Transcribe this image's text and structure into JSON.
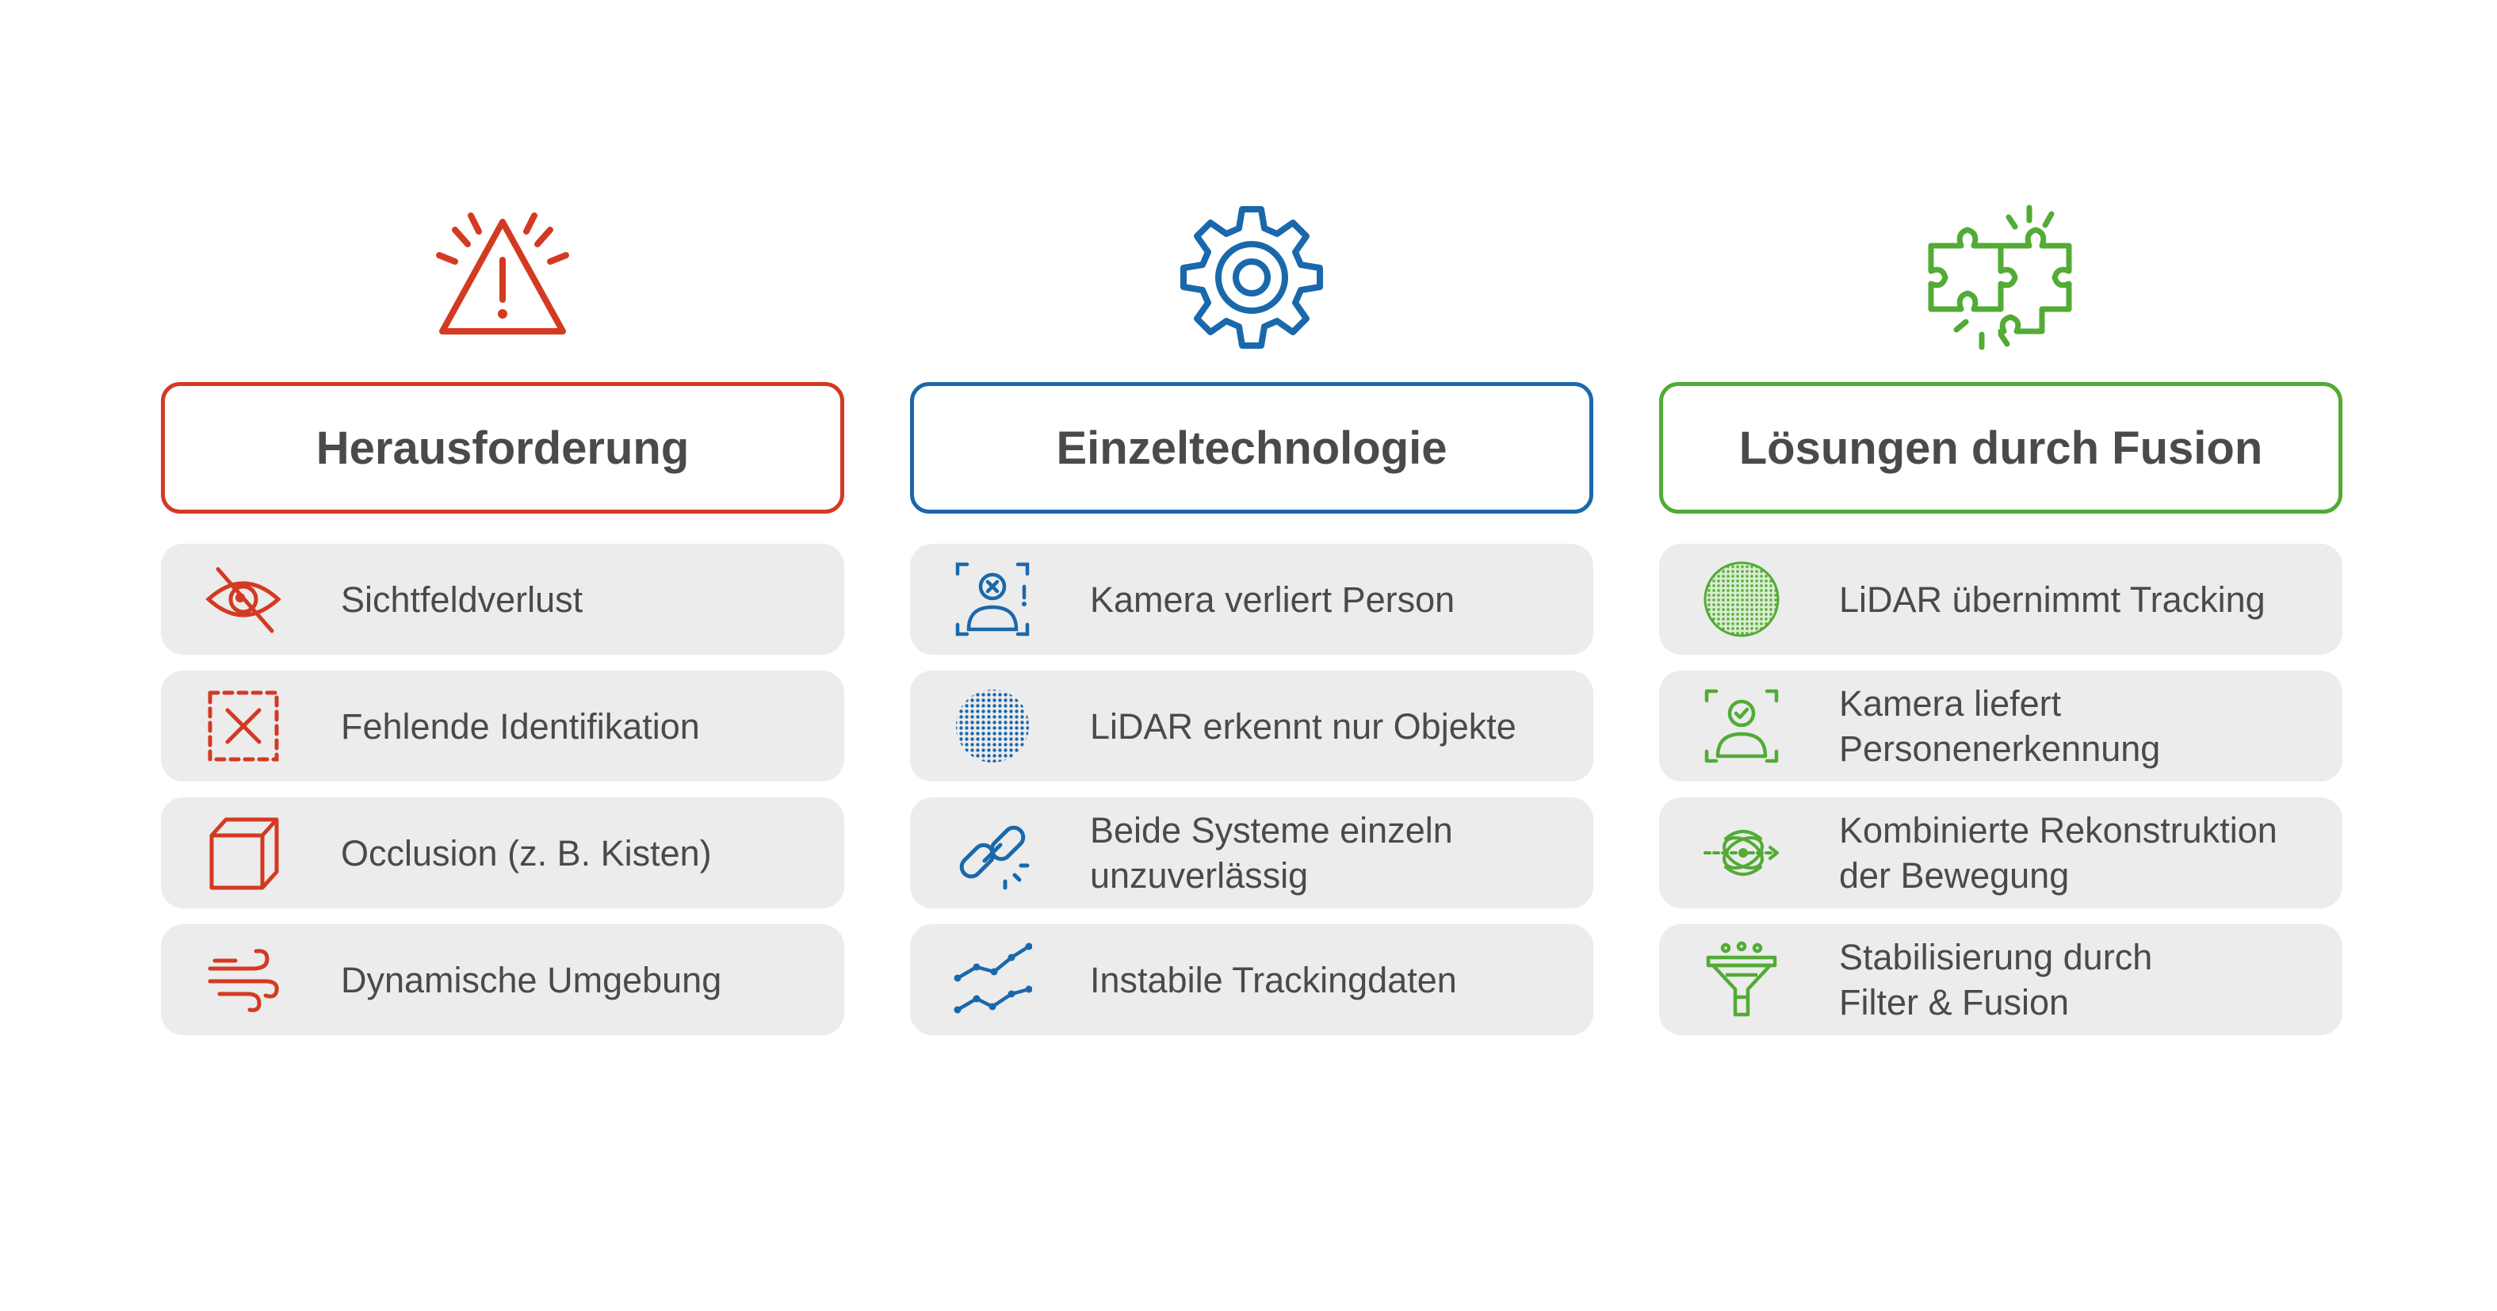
{
  "colors": {
    "red": "#d33a22",
    "blue": "#1a68ac",
    "green": "#52ab35",
    "box_fill": "#ececec",
    "text": "#4a4a4a"
  },
  "columns": [
    {
      "top_icon": "warning-icon",
      "title": "Herausforderung",
      "items": [
        {
          "icon": "eye-crossed-icon",
          "lines": [
            "Sichtfeldverlust"
          ]
        },
        {
          "icon": "dashed-x-box-icon",
          "lines": [
            "Fehlende Identifikation"
          ]
        },
        {
          "icon": "cube-icon",
          "lines": [
            "Occlusion (z. B. Kisten)"
          ]
        },
        {
          "icon": "wind-icon",
          "lines": [
            "Dynamische Umgebung"
          ]
        }
      ]
    },
    {
      "top_icon": "gear-icon",
      "title": "Einzeltechnologie",
      "items": [
        {
          "icon": "person-scan-lost-icon",
          "lines": [
            "Kamera verliert Person"
          ]
        },
        {
          "icon": "dot-sphere-icon",
          "lines": [
            "LiDAR erkennt nur Objekte"
          ]
        },
        {
          "icon": "broken-chain-icon",
          "lines": [
            "Beide Systeme einzeln",
            "unzuverlässig"
          ]
        },
        {
          "icon": "line-graph-icon",
          "lines": [
            "Instabile Trackingdaten"
          ]
        }
      ]
    },
    {
      "top_icon": "puzzle-icon",
      "title": "Lösungen durch Fusion",
      "items": [
        {
          "icon": "lidar-sphere-icon",
          "lines": [
            "LiDAR übernimmt Tracking"
          ]
        },
        {
          "icon": "person-scan-check-icon",
          "lines": [
            "Kamera liefert",
            "Personenerkennung"
          ]
        },
        {
          "icon": "motion-reconstruction-icon",
          "lines": [
            "Kombinierte Rekonstruktion",
            "der Bewegung"
          ]
        },
        {
          "icon": "filter-funnel-icon",
          "lines": [
            "Stabilisierung durch",
            "Filter & Fusion"
          ]
        }
      ]
    }
  ]
}
